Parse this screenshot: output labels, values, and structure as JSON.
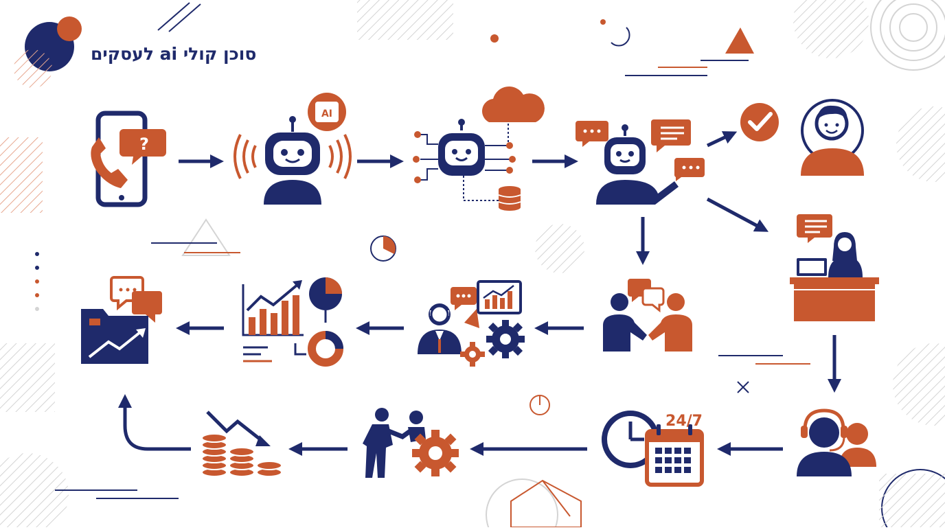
{
  "title": "סוכן קולי ai לעסקים",
  "labels": {
    "ai_chip": "AI",
    "question_mark": "?",
    "always_on": "24/7"
  },
  "colors": {
    "navy": "#1f2a6b",
    "orange": "#c8582f",
    "light_gray": "#d4d4d4",
    "background": "#ffffff"
  },
  "steps": [
    {
      "icon": "phone-call-question-icon"
    },
    {
      "icon": "ai-voice-robot-icon"
    },
    {
      "icon": "robot-cloud-data-icon"
    },
    {
      "icon": "robot-conversation-icon"
    },
    {
      "icon": "resolved-check-icon"
    },
    {
      "icon": "customer-avatar-icon"
    },
    {
      "icon": "human-agent-desk-icon"
    },
    {
      "icon": "customer-support-headset-icon"
    },
    {
      "icon": "clock-calendar-24-7-icon"
    },
    {
      "icon": "partnership-gear-icon"
    },
    {
      "icon": "cost-reduction-coins-icon"
    },
    {
      "icon": "growth-folder-chat-icon"
    },
    {
      "icon": "analytics-dashboard-icon"
    },
    {
      "icon": "business-automation-icon"
    },
    {
      "icon": "handshake-chat-icon"
    }
  ]
}
